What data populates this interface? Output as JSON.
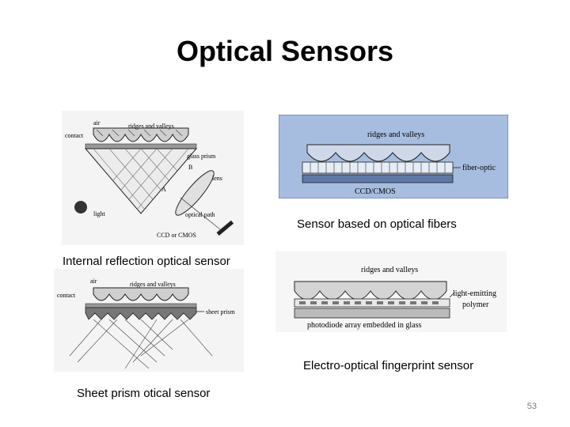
{
  "slide": {
    "title": "Optical Sensors",
    "page_number": "53"
  },
  "figures": {
    "internal_reflection": {
      "caption": "Internal reflection optical sensor",
      "labels": {
        "air": "air",
        "contact": "contact",
        "ridges": "ridges and valleys",
        "glass_prism": "glass prism",
        "b": "B",
        "a": "A",
        "lens": "lens",
        "light": "light",
        "optical_path": "optical path",
        "ccd": "CCD or CMOS"
      }
    },
    "optical_fibers": {
      "caption": "Sensor based on optical fibers",
      "labels": {
        "ridges": "ridges and valleys",
        "fiber": "fiber-optic",
        "ccd": "CCD/CMOS"
      },
      "colors": {
        "background": "#a7bde0"
      }
    },
    "sheet_prism": {
      "caption": "Sheet prism otical sensor",
      "labels": {
        "air": "air",
        "contact": "contact",
        "ridges": "ridges and valleys",
        "sheet_prism": "sheet prism"
      }
    },
    "electro_optical": {
      "caption": "Electro-optical fingerprint sensor",
      "labels": {
        "ridges": "ridges and valleys",
        "light_emitting": "light-emitting",
        "polymer": "polymer",
        "photodiode": "photodiode array embedded in glass"
      }
    }
  }
}
